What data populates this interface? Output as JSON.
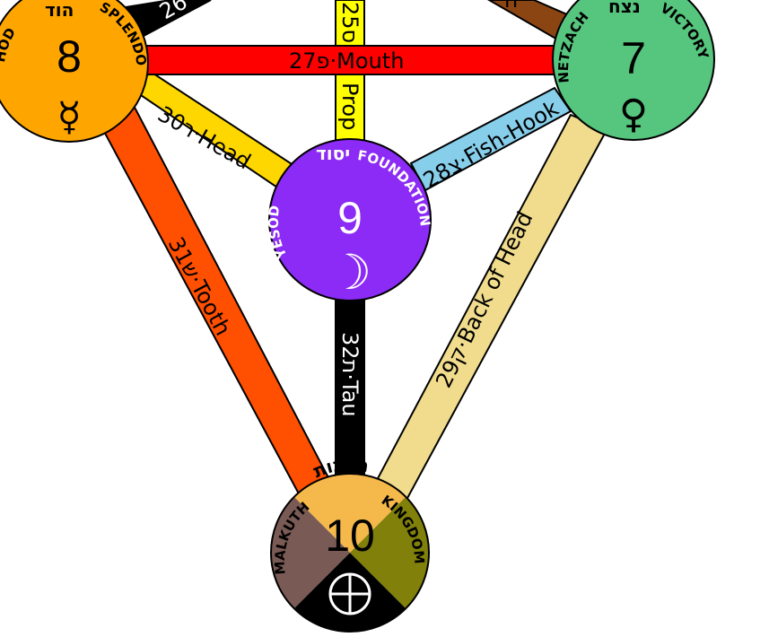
{
  "paths": {
    "p25": {
      "label": "25ס·"
    },
    "p26": {
      "label": "26"
    },
    "p24": {
      "label": "n"
    },
    "p27": {
      "label": "27פ·Mouth"
    },
    "p30": {
      "label": "30ר·Head"
    },
    "p28": {
      "label": "28צ·Fish-Hook"
    },
    "p25b": {
      "label": "Prop"
    },
    "p31": {
      "label": "31ש·Tooth"
    },
    "p29": {
      "label": "29ק·Back of Head"
    },
    "p32": {
      "label": "32ת·Tau"
    }
  },
  "sephiroth": {
    "hod": {
      "number": "8",
      "name": "HOD",
      "hebrew": "הוד",
      "meaning": "SPLENDOR",
      "symbol": "☿",
      "color": "#ffa500"
    },
    "netzach": {
      "number": "7",
      "name": "NETZACH",
      "hebrew": "נצח",
      "meaning": "VICTORY",
      "symbol": "♀",
      "color": "#56c57e"
    },
    "yesod": {
      "number": "9",
      "name": "YESOD",
      "hebrew": "יסוד",
      "meaning": "FOUNDATION",
      "symbol": "☽",
      "color": "#8b2bf5"
    },
    "malkuth": {
      "number": "10",
      "name": "MALKUTH",
      "hebrew": "מלכות",
      "meaning": "KINGDOM",
      "symbol": "⊕"
    }
  },
  "colors": {
    "mouth": "#ff0000",
    "head": "#ffd700",
    "fishhook": "#87ceeb",
    "tooth": "#ff4f00",
    "backofhead": "#f0dc8c",
    "tau": "#000000",
    "prop": "#ffff00",
    "brown": "#8b4513",
    "malkuth_top": "#f5b84a",
    "malkuth_left": "#7a5a55",
    "malkuth_right": "#80800a",
    "malkuth_bottom": "#000000"
  }
}
